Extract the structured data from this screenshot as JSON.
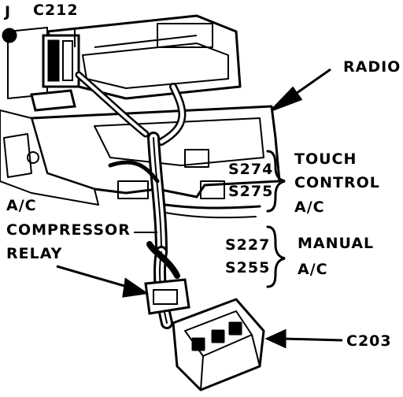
{
  "diagram": {
    "labels": {
      "j": "J",
      "c212": "C212",
      "radio": "RADIO",
      "touch_control_1": "TOUCH",
      "touch_control_2": "CONTROL",
      "touch_control_3": "A/C",
      "s274": "S274",
      "s275": "S275",
      "ac": "A/C",
      "compressor": "COMPRESSOR",
      "relay": "RELAY",
      "s227": "S227",
      "s255": "S255",
      "manual_1": "MANUAL",
      "manual_2": "A/C",
      "c203": "C203"
    },
    "colors": {
      "ink": "#000000",
      "paper": "#ffffff"
    },
    "icons": [
      "wiring-harness-illustration",
      "radio-unit",
      "connector-c203",
      "relay-block"
    ]
  }
}
